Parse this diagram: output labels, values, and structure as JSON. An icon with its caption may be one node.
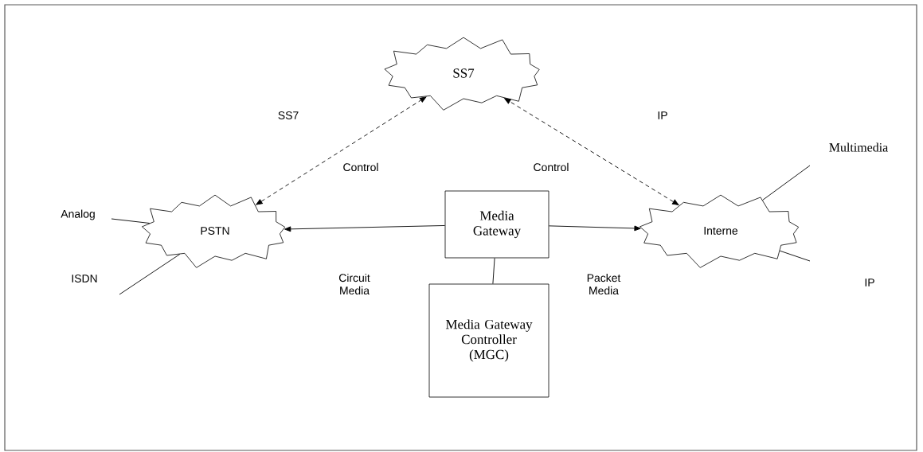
{
  "diagram": {
    "nodes": [
      {
        "text": [
          "SS7"
        ]
      },
      {
        "text": [
          "PSTN"
        ]
      },
      {
        "text": [
          "Media Gateway"
        ]
      },
      {
        "text": [
          "Interne"
        ]
      },
      {
        "text": [
          "Media Gateway Controller (MGC)"
        ]
      }
    ],
    "edges": [
      {
        "from": 1,
        "to": 0,
        "arrow": "both",
        "style": "dashed"
      },
      {
        "from": 3,
        "to": 0,
        "arrow": "both",
        "style": "dashed"
      },
      {
        "from": 2,
        "to": 1,
        "arrow": "to"
      },
      {
        "from": 2,
        "to": 3,
        "arrow": "to"
      },
      {
        "from": 2,
        "to": 4,
        "arrow": "none"
      },
      {
        "from": null,
        "to": 1,
        "arrow": "none"
      },
      {
        "from": null,
        "to": 1,
        "arrow": "none"
      },
      {
        "from": null,
        "to": 3,
        "arrow": "none"
      },
      {
        "from": null,
        "to": 3,
        "arrow": "none"
      }
    ],
    "labels": [
      "SS7",
      "IP",
      "Control",
      "Control",
      "Analog",
      "Circuit Media",
      "Packet Media",
      "ISDN",
      "Multimedia",
      "IP"
    ]
  }
}
